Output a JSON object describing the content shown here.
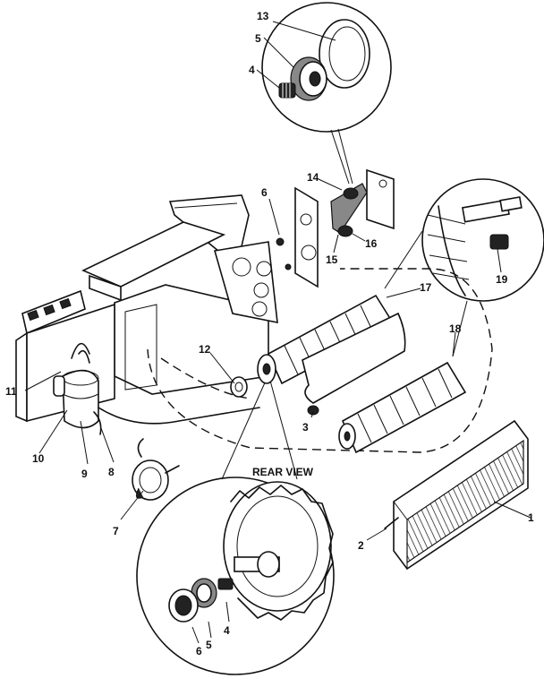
{
  "caption": "REAR VIEW",
  "callouts": {
    "c1": "1",
    "c2": "2",
    "c3": "3",
    "c4a": "4",
    "c4b": "4",
    "c5a": "5",
    "c5b": "5",
    "c6a": "6",
    "c6b": "6",
    "c7": "7",
    "c8": "8",
    "c9": "9",
    "c10": "10",
    "c11": "11",
    "c12": "12",
    "c13": "13",
    "c14": "14",
    "c15": "15",
    "c16": "16",
    "c17": "17",
    "c18": "18",
    "c19": "19"
  }
}
